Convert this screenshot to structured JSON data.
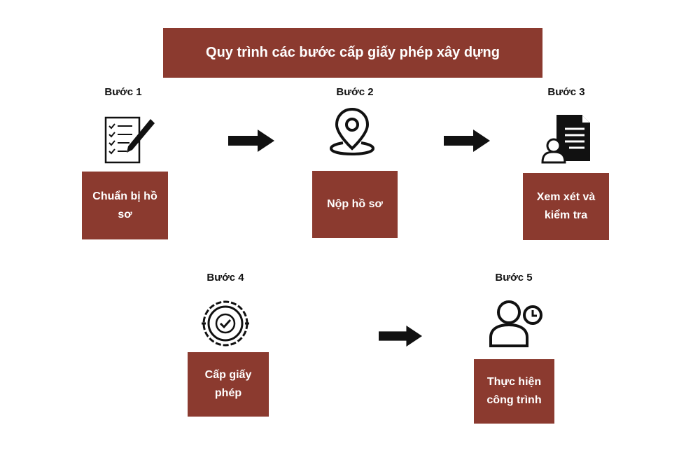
{
  "title": "Quy trình các bước cấp giấy phép xây dựng",
  "colors": {
    "box": "#8b3a2f",
    "text_on_box": "#ffffff",
    "icon": "#111111"
  },
  "steps": [
    {
      "label": "Bước 1",
      "text": "Chuẩn bị hồ sơ",
      "icon": "checklist-pen-icon"
    },
    {
      "label": "Bước 2",
      "text": "Nộp hồ sơ",
      "icon": "location-pin-icon"
    },
    {
      "label": "Bước 3",
      "text": "Xem xét và kiểm tra",
      "icon": "document-person-icon"
    },
    {
      "label": "Bước 4",
      "text": "Cấp giấy phép",
      "icon": "approval-badge-icon"
    },
    {
      "label": "Bước 5",
      "text": "Thực hiện công trình",
      "icon": "user-clock-icon"
    }
  ]
}
